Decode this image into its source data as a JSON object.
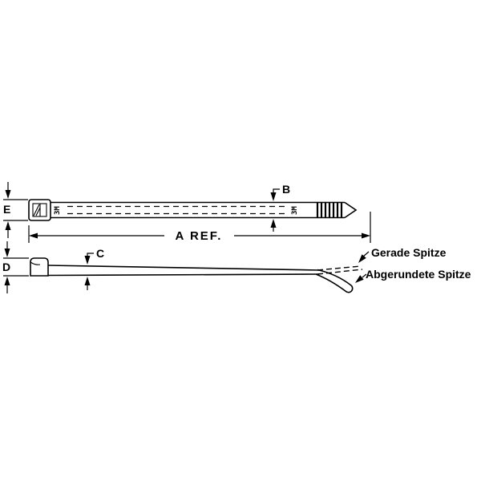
{
  "page": {
    "background": "#ffffff",
    "line_color": "#000000"
  },
  "top_view": {
    "dim_e": "E",
    "dim_b": "B",
    "dim_a": "A REF.",
    "strap_marking": "3M"
  },
  "side_view": {
    "dim_d": "D",
    "dim_c": "C",
    "straight_tip_label": "Gerade Spitze",
    "rounded_tip_label": "Abgerundete Spitze"
  }
}
